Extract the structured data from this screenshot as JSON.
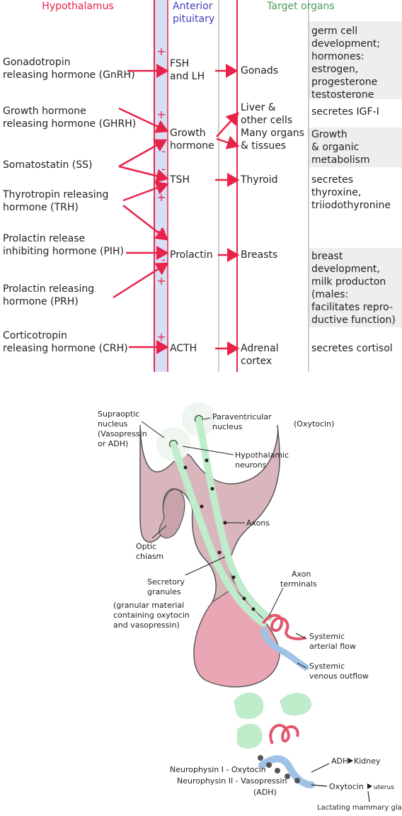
{
  "top_panel": {
    "headers": {
      "hypothalamus": "Hypothalamus",
      "anterior_pituitary_line1": "Anterior",
      "anterior_pituitary_line2": "pituitary",
      "target_organs": "Target organs"
    },
    "colors": {
      "red": "#e8234a",
      "blue": "#3f3fbf",
      "green": "#4a9a5a",
      "band": "#d6e0f5",
      "row_shade": "#eeeeee"
    },
    "hormones": [
      {
        "lines": [
          "Gonadotropin",
          "releasing hormone (GnRH)"
        ]
      },
      {
        "lines": [
          "Growth hormone",
          "releasing hormone (GHRH)"
        ]
      },
      {
        "lines": [
          "Somatostatin (SS)"
        ]
      },
      {
        "lines": [
          "Thyrotropin releasing",
          "hormone (TRH)"
        ]
      },
      {
        "lines": [
          "Prolactin release",
          "inhibiting hormone (PIH)"
        ]
      },
      {
        "lines": [
          "Prolactin releasing",
          "hormone (PRH)"
        ]
      },
      {
        "lines": [
          "Corticotropin",
          "releasing hormone (CRH)"
        ]
      }
    ],
    "pituitary": [
      {
        "lines": [
          "FSH",
          "and LH"
        ]
      },
      {
        "lines": [
          "Growth",
          "hormone"
        ]
      },
      {
        "lines": [
          "TSH"
        ]
      },
      {
        "lines": [
          "Prolactin"
        ]
      },
      {
        "lines": [
          "ACTH"
        ]
      }
    ],
    "targets": [
      {
        "lines": [
          "Gonads"
        ]
      },
      {
        "lines": [
          "Liver &",
          "other cells"
        ]
      },
      {
        "lines": [
          "Many organs",
          "& tissues"
        ]
      },
      {
        "lines": [
          "Thyroid"
        ]
      },
      {
        "lines": [
          "Breasts"
        ]
      },
      {
        "lines": [
          "Adrenal",
          "cortex"
        ]
      }
    ],
    "effects": [
      {
        "lines": [
          "germ cell",
          "development;",
          "hormones:",
          "estrogen,",
          "progesterone",
          "testosterone"
        ]
      },
      {
        "lines": [
          "secretes IGF-I"
        ]
      },
      {
        "lines": [
          "Growth",
          "& organic",
          "metabolism"
        ]
      },
      {
        "lines": [
          "secretes",
          "thyroxine,",
          "triiodothyronine"
        ]
      },
      {
        "lines": [
          "breast",
          "development,",
          "milk producton",
          "(males:",
          "facilitates repro-",
          "ductive function)"
        ]
      },
      {
        "lines": [
          "secretes cortisol"
        ]
      }
    ],
    "signs": {
      "plus": "+",
      "minus": "-"
    }
  },
  "bottom_panel": {
    "labels": {
      "supraoptic": [
        "Supraoptic",
        "nucleus",
        "(Vasopressin",
        "or ADH)"
      ],
      "paraventricular": [
        "Paraventricular",
        "nucleus"
      ],
      "oxytocin_top": "(Oxytocin)",
      "hypothalamic_neurons": [
        "Hypothalamic",
        "neurons"
      ],
      "axons": "Axons",
      "optic_chiasm": [
        "Optic",
        "chiasm"
      ],
      "secretory_granules": [
        "Secretory",
        "granules",
        "(granular material",
        "containing oxytocin",
        "and vasopressin)"
      ],
      "axon_terminals": [
        "Axon",
        "terminals"
      ],
      "systemic_arterial": [
        "Systemic",
        "arterial flow"
      ],
      "systemic_venous": [
        "Systemic",
        "venous outflow"
      ],
      "neurophysin1": "Neurophysin I - Oxytocin",
      "neurophysin2": "Neurophysin II - Vasopressin",
      "adh_paren": "(ADH)",
      "adh": "ADH",
      "kidney": "Kidney",
      "oxytocin": "Oxytocin",
      "uterus": "uterus",
      "lactating": "Lactating mammary gland"
    },
    "colors": {
      "tissue": "#d8b6bc",
      "neuron_green": "#bfeccb",
      "artery": "#e0566c",
      "vein": "#9fc3e6"
    }
  }
}
